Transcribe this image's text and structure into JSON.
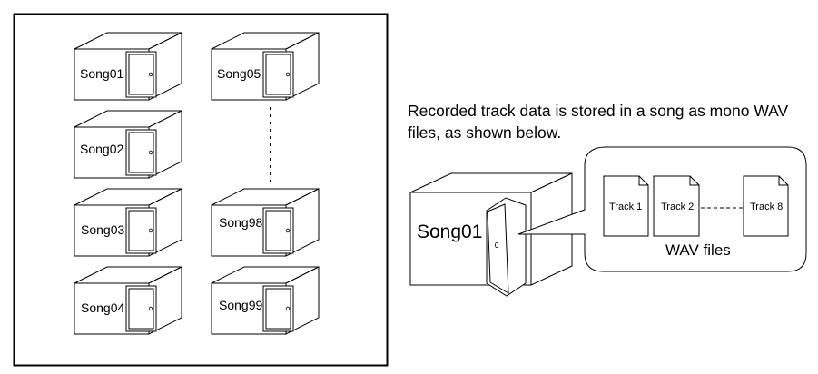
{
  "songs_panel": {
    "boxes": [
      {
        "label": "Song01"
      },
      {
        "label": "Song05"
      },
      {
        "label": "Song02"
      },
      {
        "label": "Song03"
      },
      {
        "label": "Song98"
      },
      {
        "label": "Song04"
      },
      {
        "label": "Song99"
      }
    ]
  },
  "description": "Recorded track data is stored in a song as mono WAV files, as shown below.",
  "detail": {
    "song_label": "Song01",
    "tracks": [
      "Track 1",
      "Track 2",
      "Track 8"
    ],
    "wav_label": "WAV files"
  }
}
